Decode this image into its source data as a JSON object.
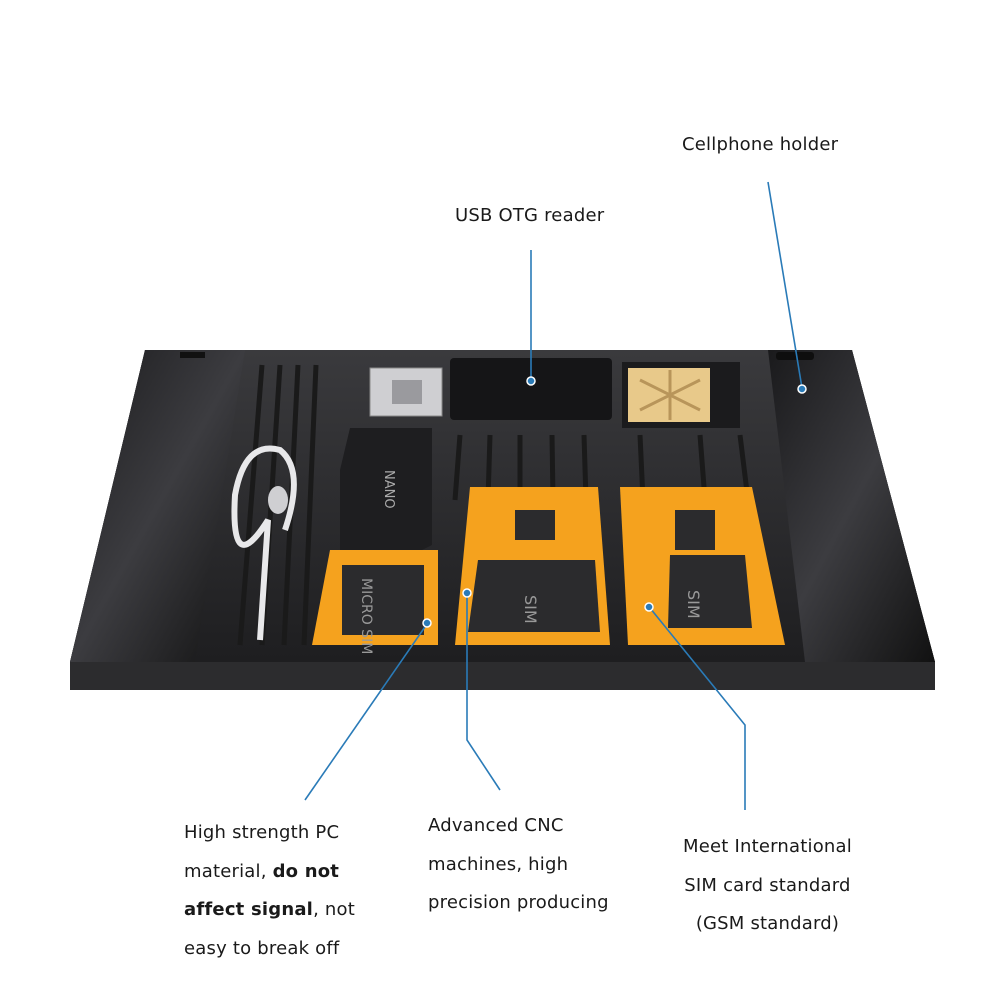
{
  "accent_color": "#2a7bb8",
  "sim_adapter_color": "#f5a21e",
  "body_color": "#2b2b2d",
  "labels": {
    "cellphone_holder": "Cellphone holder",
    "usb_otg_reader": "USB OTG reader",
    "pc_material": {
      "line1": "High strength PC",
      "line2_a": "material, ",
      "line2_b": "do not",
      "line3_a": "affect signal",
      "line3_b": ", not",
      "line4": "easy to break off"
    },
    "cnc": {
      "line1": "Advanced CNC",
      "line2": "machines, high",
      "line3": "precision producing"
    },
    "standard": {
      "line1": "Meet International",
      "line2": "SIM card standard",
      "line3": "(GSM standard)"
    }
  },
  "product_markings": {
    "nano": "NANO",
    "micro_sim": "MICRO SIM",
    "sim_1": "SIM",
    "sim_2": "SIM"
  }
}
